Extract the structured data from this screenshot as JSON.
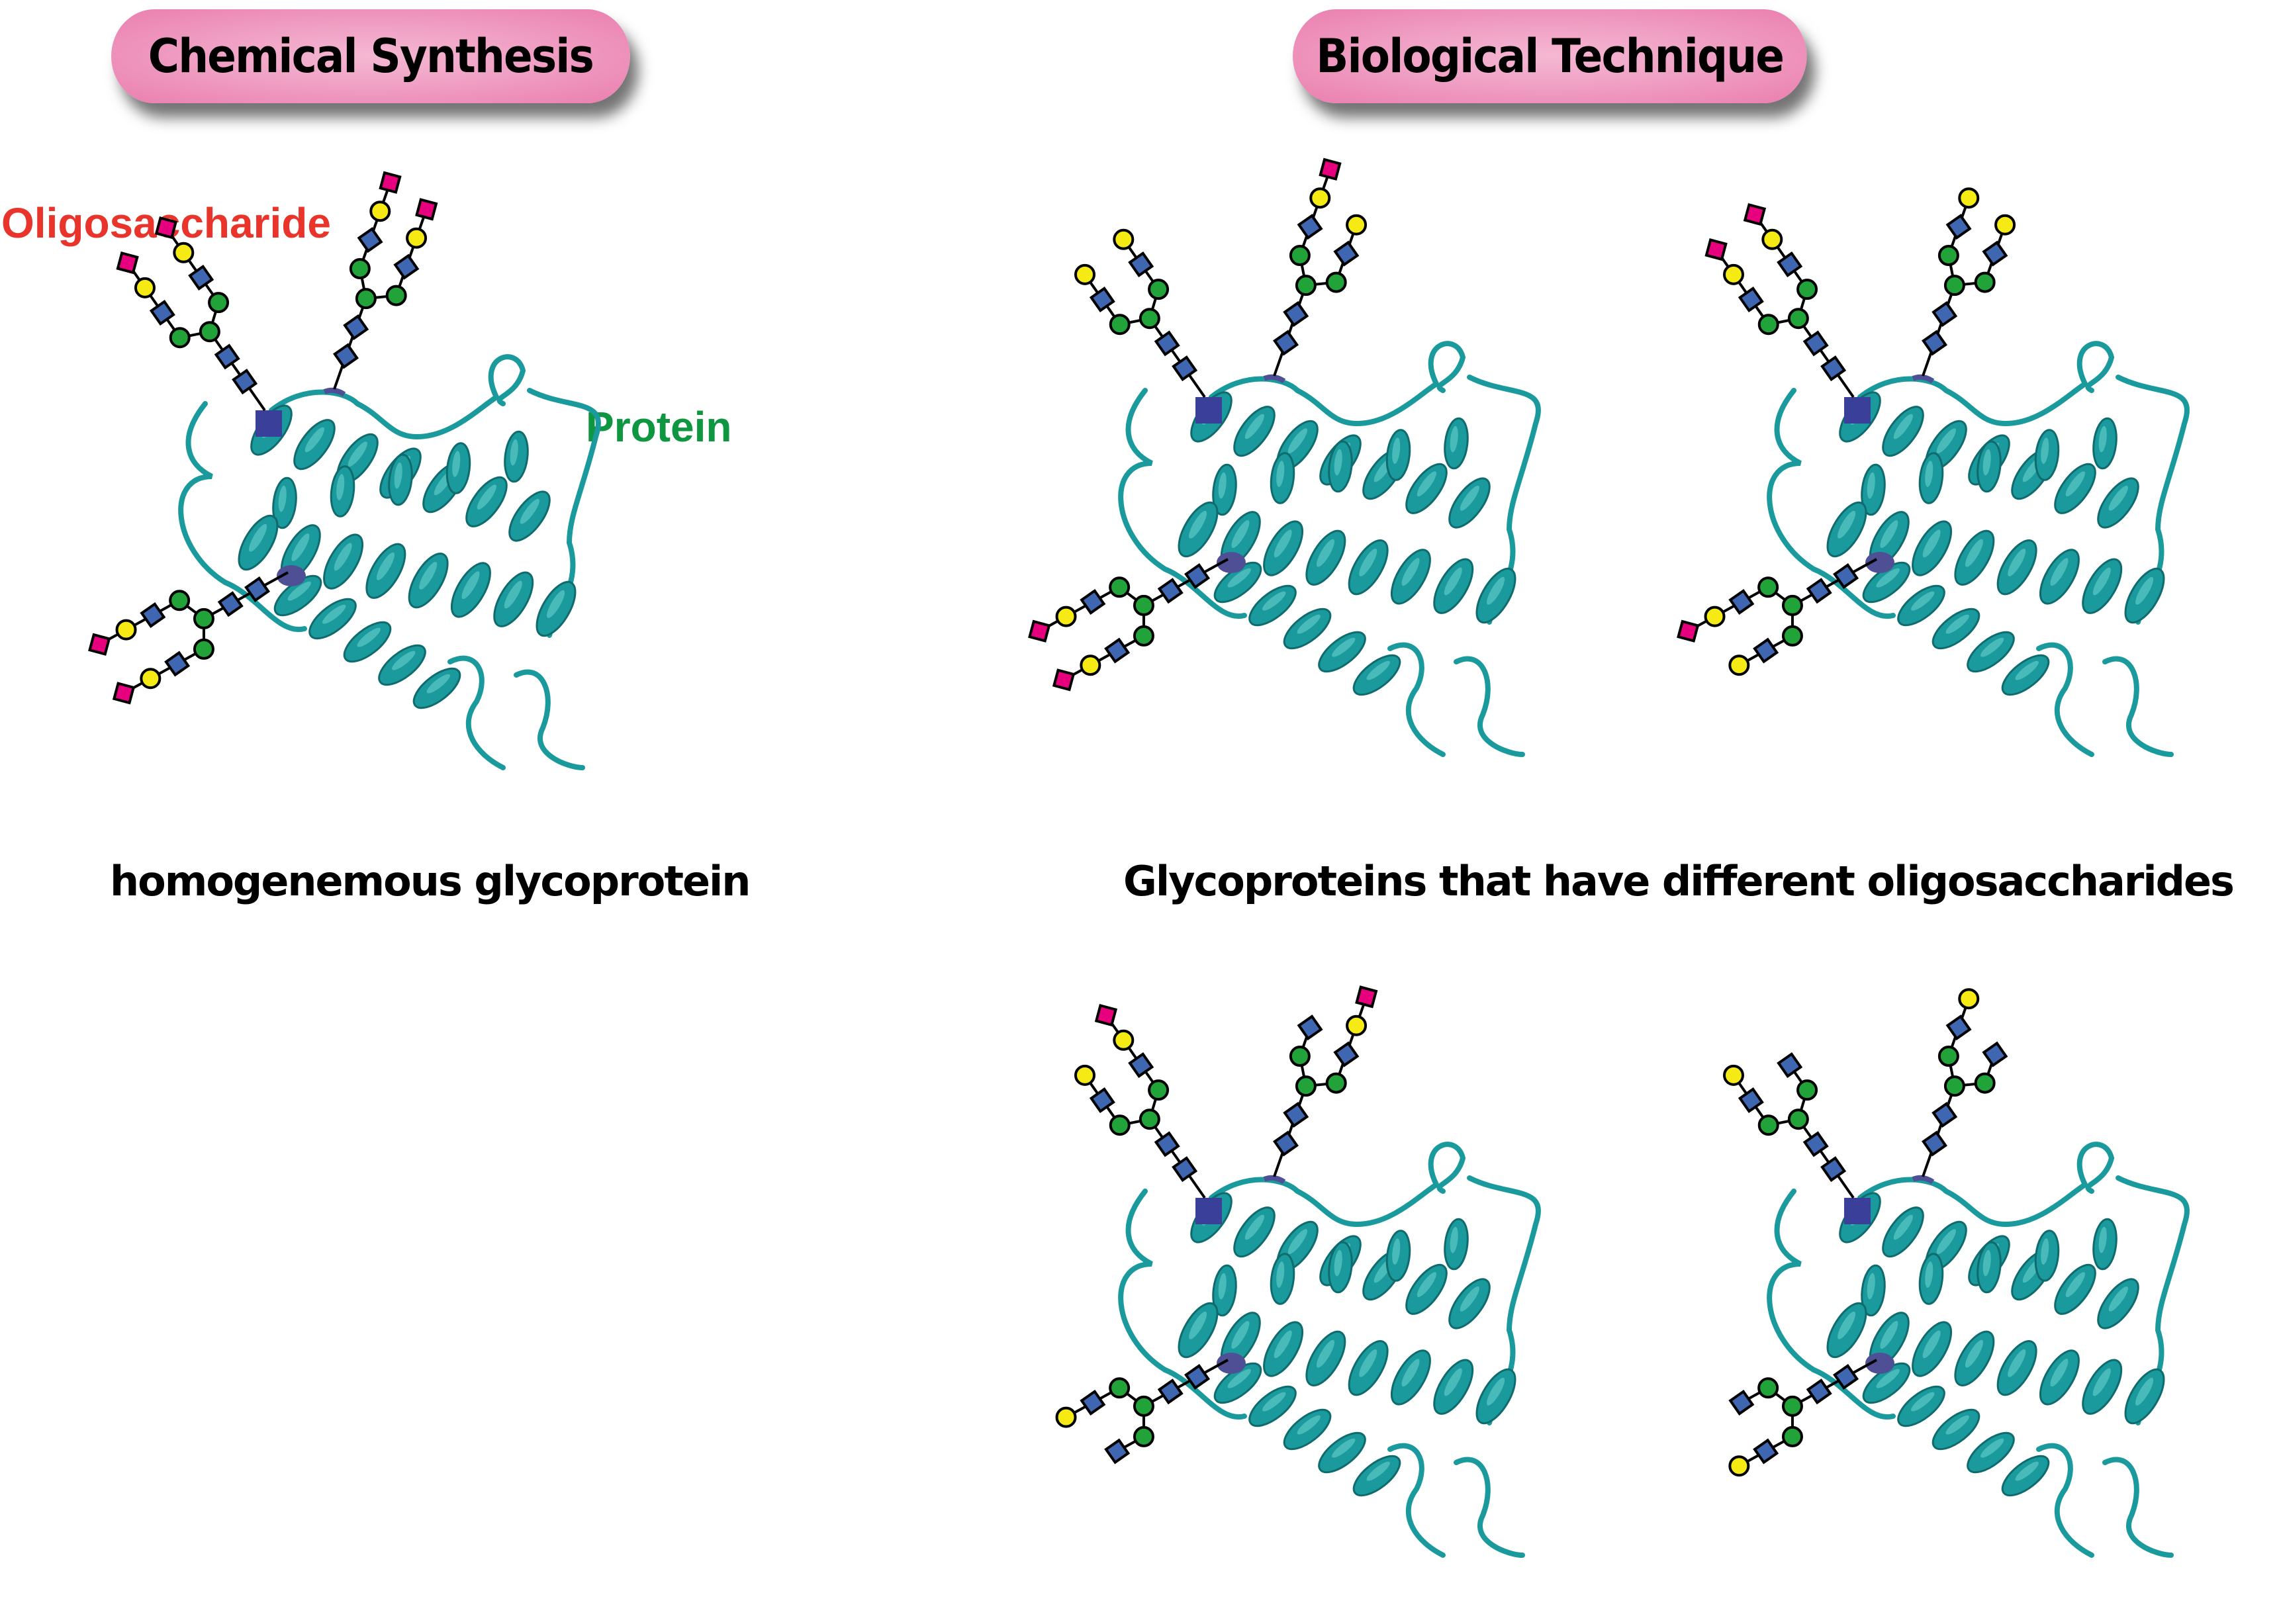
{
  "headers": {
    "chemical": "Chemical Synthesis",
    "biological": "Biological Technique"
  },
  "labels": {
    "oligosaccharide": "Oligosaccharide",
    "protein": "Protein"
  },
  "captions": {
    "left": "homogenemous glycoprotein",
    "right": "Glycoproteins that have different oligosaccharides"
  },
  "colors": {
    "header_pink": "#f0a0c4",
    "oligosaccharide_label": "#e8342a",
    "protein_label": "#0e9640",
    "protein_ribbon": "#1a9a9c",
    "glcnac_square": "#3f66b0",
    "mannose_circle": "#21a339",
    "galactose_circle": "#f5ea14",
    "sialic_diamond": "#e6007e",
    "attachment_site": "#3a3f9a"
  },
  "legend_monosaccharides": {
    "S": "GlcNAc (blue square)",
    "M": "Mannose (green circle)",
    "G": "Galactose (yellow circle)",
    "N": "Sialic acid (magenta diamond)"
  },
  "glycoproteins": [
    {
      "id": "chemical",
      "group": "Chemical Synthesis",
      "glycans": {
        "left": {
          "arm1": [
            "S",
            "G",
            "N"
          ],
          "arm2": [
            "S",
            "G",
            "N"
          ]
        },
        "top": {
          "arm1": [
            "S",
            "G",
            "N"
          ],
          "arm2": [
            "S",
            "G",
            "N"
          ]
        },
        "bottom": {
          "arm1": [
            "S",
            "G",
            "N"
          ],
          "arm2": [
            "S",
            "G",
            "N"
          ]
        }
      }
    },
    {
      "id": "bio-1",
      "group": "Biological Technique",
      "glycans": {
        "left": {
          "arm1": [
            "S",
            "G"
          ],
          "arm2": [
            "S",
            "G"
          ]
        },
        "top": {
          "arm1": [
            "S",
            "G",
            "N"
          ],
          "arm2": [
            "S",
            "G"
          ]
        },
        "bottom": {
          "arm1": [
            "S",
            "G",
            "N"
          ],
          "arm2": [
            "S",
            "G",
            "N"
          ]
        }
      }
    },
    {
      "id": "bio-2",
      "group": "Biological Technique",
      "glycans": {
        "left": {
          "arm1": [
            "S",
            "G",
            "N"
          ],
          "arm2": [
            "S",
            "G",
            "N"
          ]
        },
        "top": {
          "arm1": [
            "S",
            "G"
          ],
          "arm2": [
            "S",
            "G"
          ]
        },
        "bottom": {
          "arm1": [
            "S",
            "G",
            "N"
          ],
          "arm2": [
            "S",
            "G"
          ]
        }
      }
    },
    {
      "id": "bio-3",
      "group": "Biological Technique",
      "glycans": {
        "left": {
          "arm1": [
            "S",
            "G"
          ],
          "arm2": [
            "S",
            "G",
            "N"
          ]
        },
        "top": {
          "arm1": [
            "S"
          ],
          "arm2": [
            "S",
            "G",
            "N"
          ]
        },
        "bottom": {
          "arm1": [
            "S",
            "G"
          ],
          "arm2": [
            "S"
          ]
        }
      }
    },
    {
      "id": "bio-4",
      "group": "Biological Technique",
      "glycans": {
        "left": {
          "arm1": [
            "S",
            "G"
          ],
          "arm2": [
            "S"
          ]
        },
        "top": {
          "arm1": [
            "S",
            "G"
          ],
          "arm2": [
            "S"
          ]
        },
        "bottom": {
          "arm1": [
            "S"
          ],
          "arm2": [
            "S",
            "G"
          ]
        }
      }
    }
  ]
}
